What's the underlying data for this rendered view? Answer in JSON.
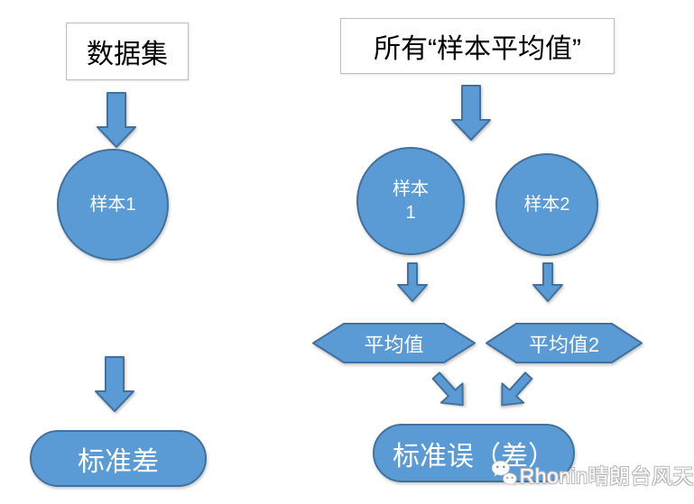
{
  "left_flow": {
    "dataset": "数据集",
    "sample": "样本1",
    "result": "标准差"
  },
  "right_flow": {
    "header": "所有“样本平均值”",
    "sample1_line1": "样本",
    "sample1_line2": "1",
    "sample2": "样本2",
    "mean1": "平均值",
    "mean2": "平均值2",
    "result": "标准误（差）"
  },
  "watermark": {
    "text": "Rhonin晴朗台风天",
    "icon": "wechat-chat-bubbles-icon"
  },
  "colors": {
    "shape_fill": "#5B9BD5",
    "shape_border": "#41719C",
    "box_border": "#BFBFBF",
    "shape_text": "#FFFFFF",
    "box_text": "#000000"
  }
}
